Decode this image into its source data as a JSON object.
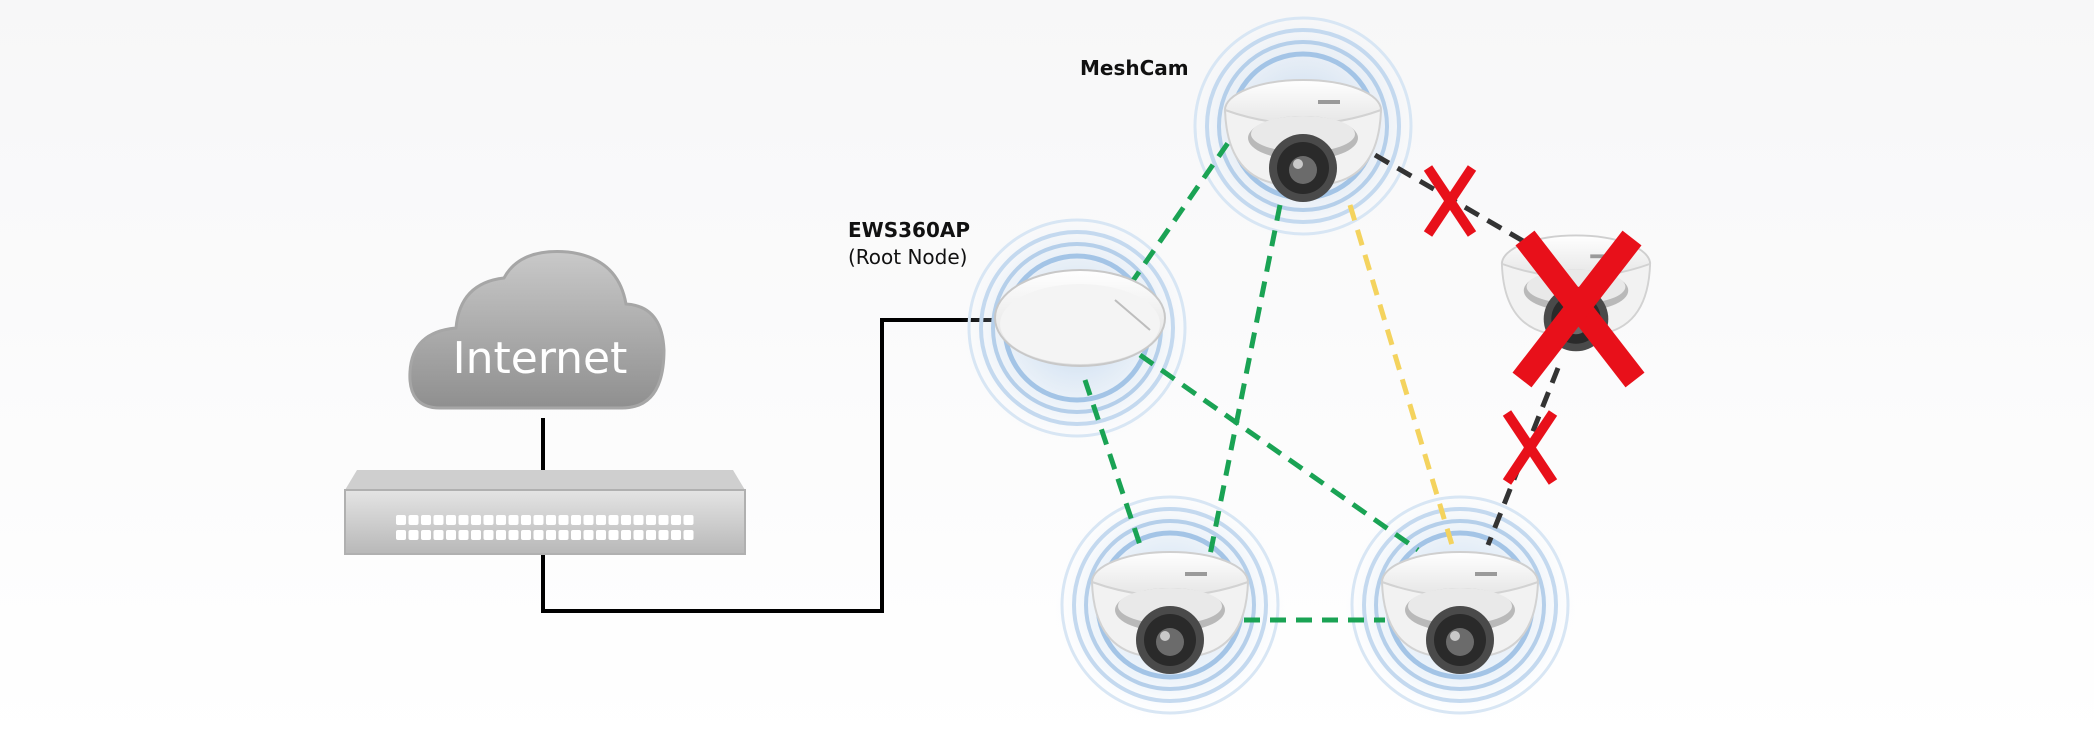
{
  "internet": {
    "label": "Internet"
  },
  "root_ap": {
    "name": "EWS360AP",
    "role": "(Root Node)"
  },
  "meshcam": {
    "name": "MeshCam"
  },
  "colors": {
    "wired": "#000000",
    "mesh_link": "#1aa354",
    "backup_link": "#f4d35e",
    "failed_link": "#333333",
    "failure_mark": "#e8101a",
    "signal_ring": "#a9c8e8"
  },
  "icons": [
    "cloud-icon",
    "network-switch-icon",
    "access-point-icon",
    "dome-camera-icon",
    "failure-x-icon"
  ]
}
